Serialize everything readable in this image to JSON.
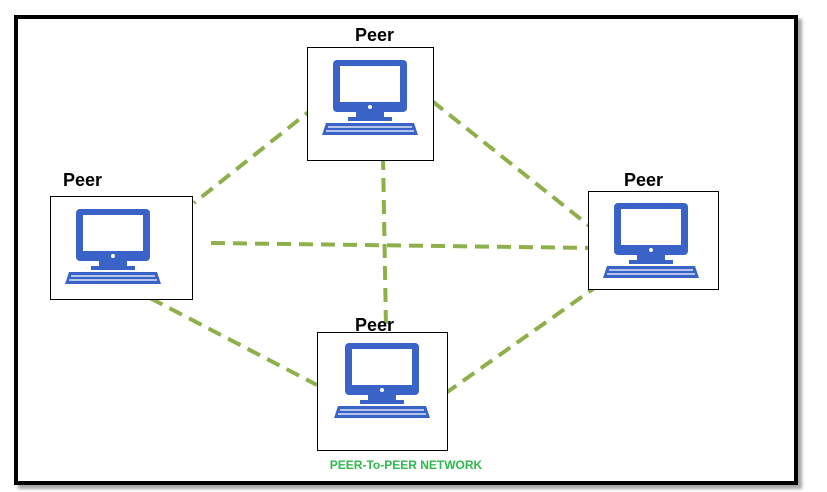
{
  "peers": {
    "top": {
      "label": "Peer"
    },
    "left": {
      "label": "Peer"
    },
    "right": {
      "label": "Peer"
    },
    "bottom": {
      "label": "Peer"
    }
  },
  "caption": "PEER-To-PEER NETWORK",
  "colors": {
    "icon_blue": "#3a63c8",
    "link_green": "#8db04a",
    "caption_green": "#2eb84d",
    "frame": "#000000"
  },
  "icons": {
    "peer_device": "desktop-computer-icon"
  }
}
